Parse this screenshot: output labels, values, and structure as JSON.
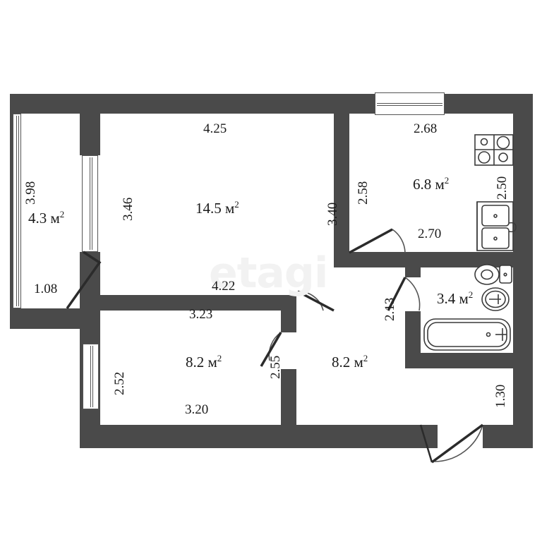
{
  "plan": {
    "watermark": "etagi",
    "unit_suffix": "м",
    "colors": {
      "wall": "#4a4a4a",
      "room_fill": "#ffffff",
      "text": "#1a1a1a",
      "fixture_stroke": "#3a3a3a",
      "watermark": "#f2f2f2",
      "background": "#ffffff"
    }
  },
  "rooms": [
    {
      "id": "balcony",
      "area": "4.3 м",
      "sup": "2"
    },
    {
      "id": "living-room",
      "area": "14.5 м",
      "sup": "2"
    },
    {
      "id": "kitchen",
      "area": "6.8 м",
      "sup": "2"
    },
    {
      "id": "bathroom",
      "area": "3.4 м",
      "sup": "2"
    },
    {
      "id": "bedroom-left",
      "area": "8.2 м",
      "sup": "2"
    },
    {
      "id": "hall",
      "area": "8.2 м",
      "sup": "2"
    }
  ],
  "dimensions": {
    "balcony_left_height": "3.98",
    "balcony_bottom_width": "1.08",
    "living_top_width": "4.25",
    "living_left_height": "3.46",
    "living_right_height": "3.40",
    "living_bottom_width": "4.22",
    "kitchen_top_width": "2.68",
    "kitchen_left_height": "2.58",
    "kitchen_right_height": "2.50",
    "kitchen_bottom_width": "2.70",
    "bedroom_top_width": "3.23",
    "bedroom_left_height": "2.52",
    "bedroom_bottom_width": "3.20",
    "bedroom_right_height": "2.55",
    "hall_right_height": "2.13",
    "entry_width": "1.30"
  },
  "fixtures": [
    {
      "id": "stove",
      "name": "stove-icon",
      "burners": 4
    },
    {
      "id": "sink",
      "name": "kitchen-sink-icon"
    },
    {
      "id": "toilet",
      "name": "toilet-icon"
    },
    {
      "id": "washbasin",
      "name": "washbasin-icon"
    },
    {
      "id": "bathtub",
      "name": "bathtub-icon"
    }
  ],
  "doors": [
    {
      "id": "balcony-door",
      "name": "door-balcony"
    },
    {
      "id": "living-door",
      "name": "door-living-room"
    },
    {
      "id": "kitchen-door",
      "name": "door-kitchen"
    },
    {
      "id": "bathroom-door",
      "name": "door-bathroom"
    },
    {
      "id": "bedroom-door",
      "name": "door-bedroom"
    },
    {
      "id": "entry-door",
      "name": "door-entry"
    }
  ],
  "windows": [
    {
      "id": "balcony-glazing",
      "name": "window-balcony"
    },
    {
      "id": "kitchen-window",
      "name": "window-kitchen"
    },
    {
      "id": "bedroom-window",
      "name": "window-bedroom"
    },
    {
      "id": "living-balcony-opening",
      "name": "window-living-balcony"
    }
  ]
}
